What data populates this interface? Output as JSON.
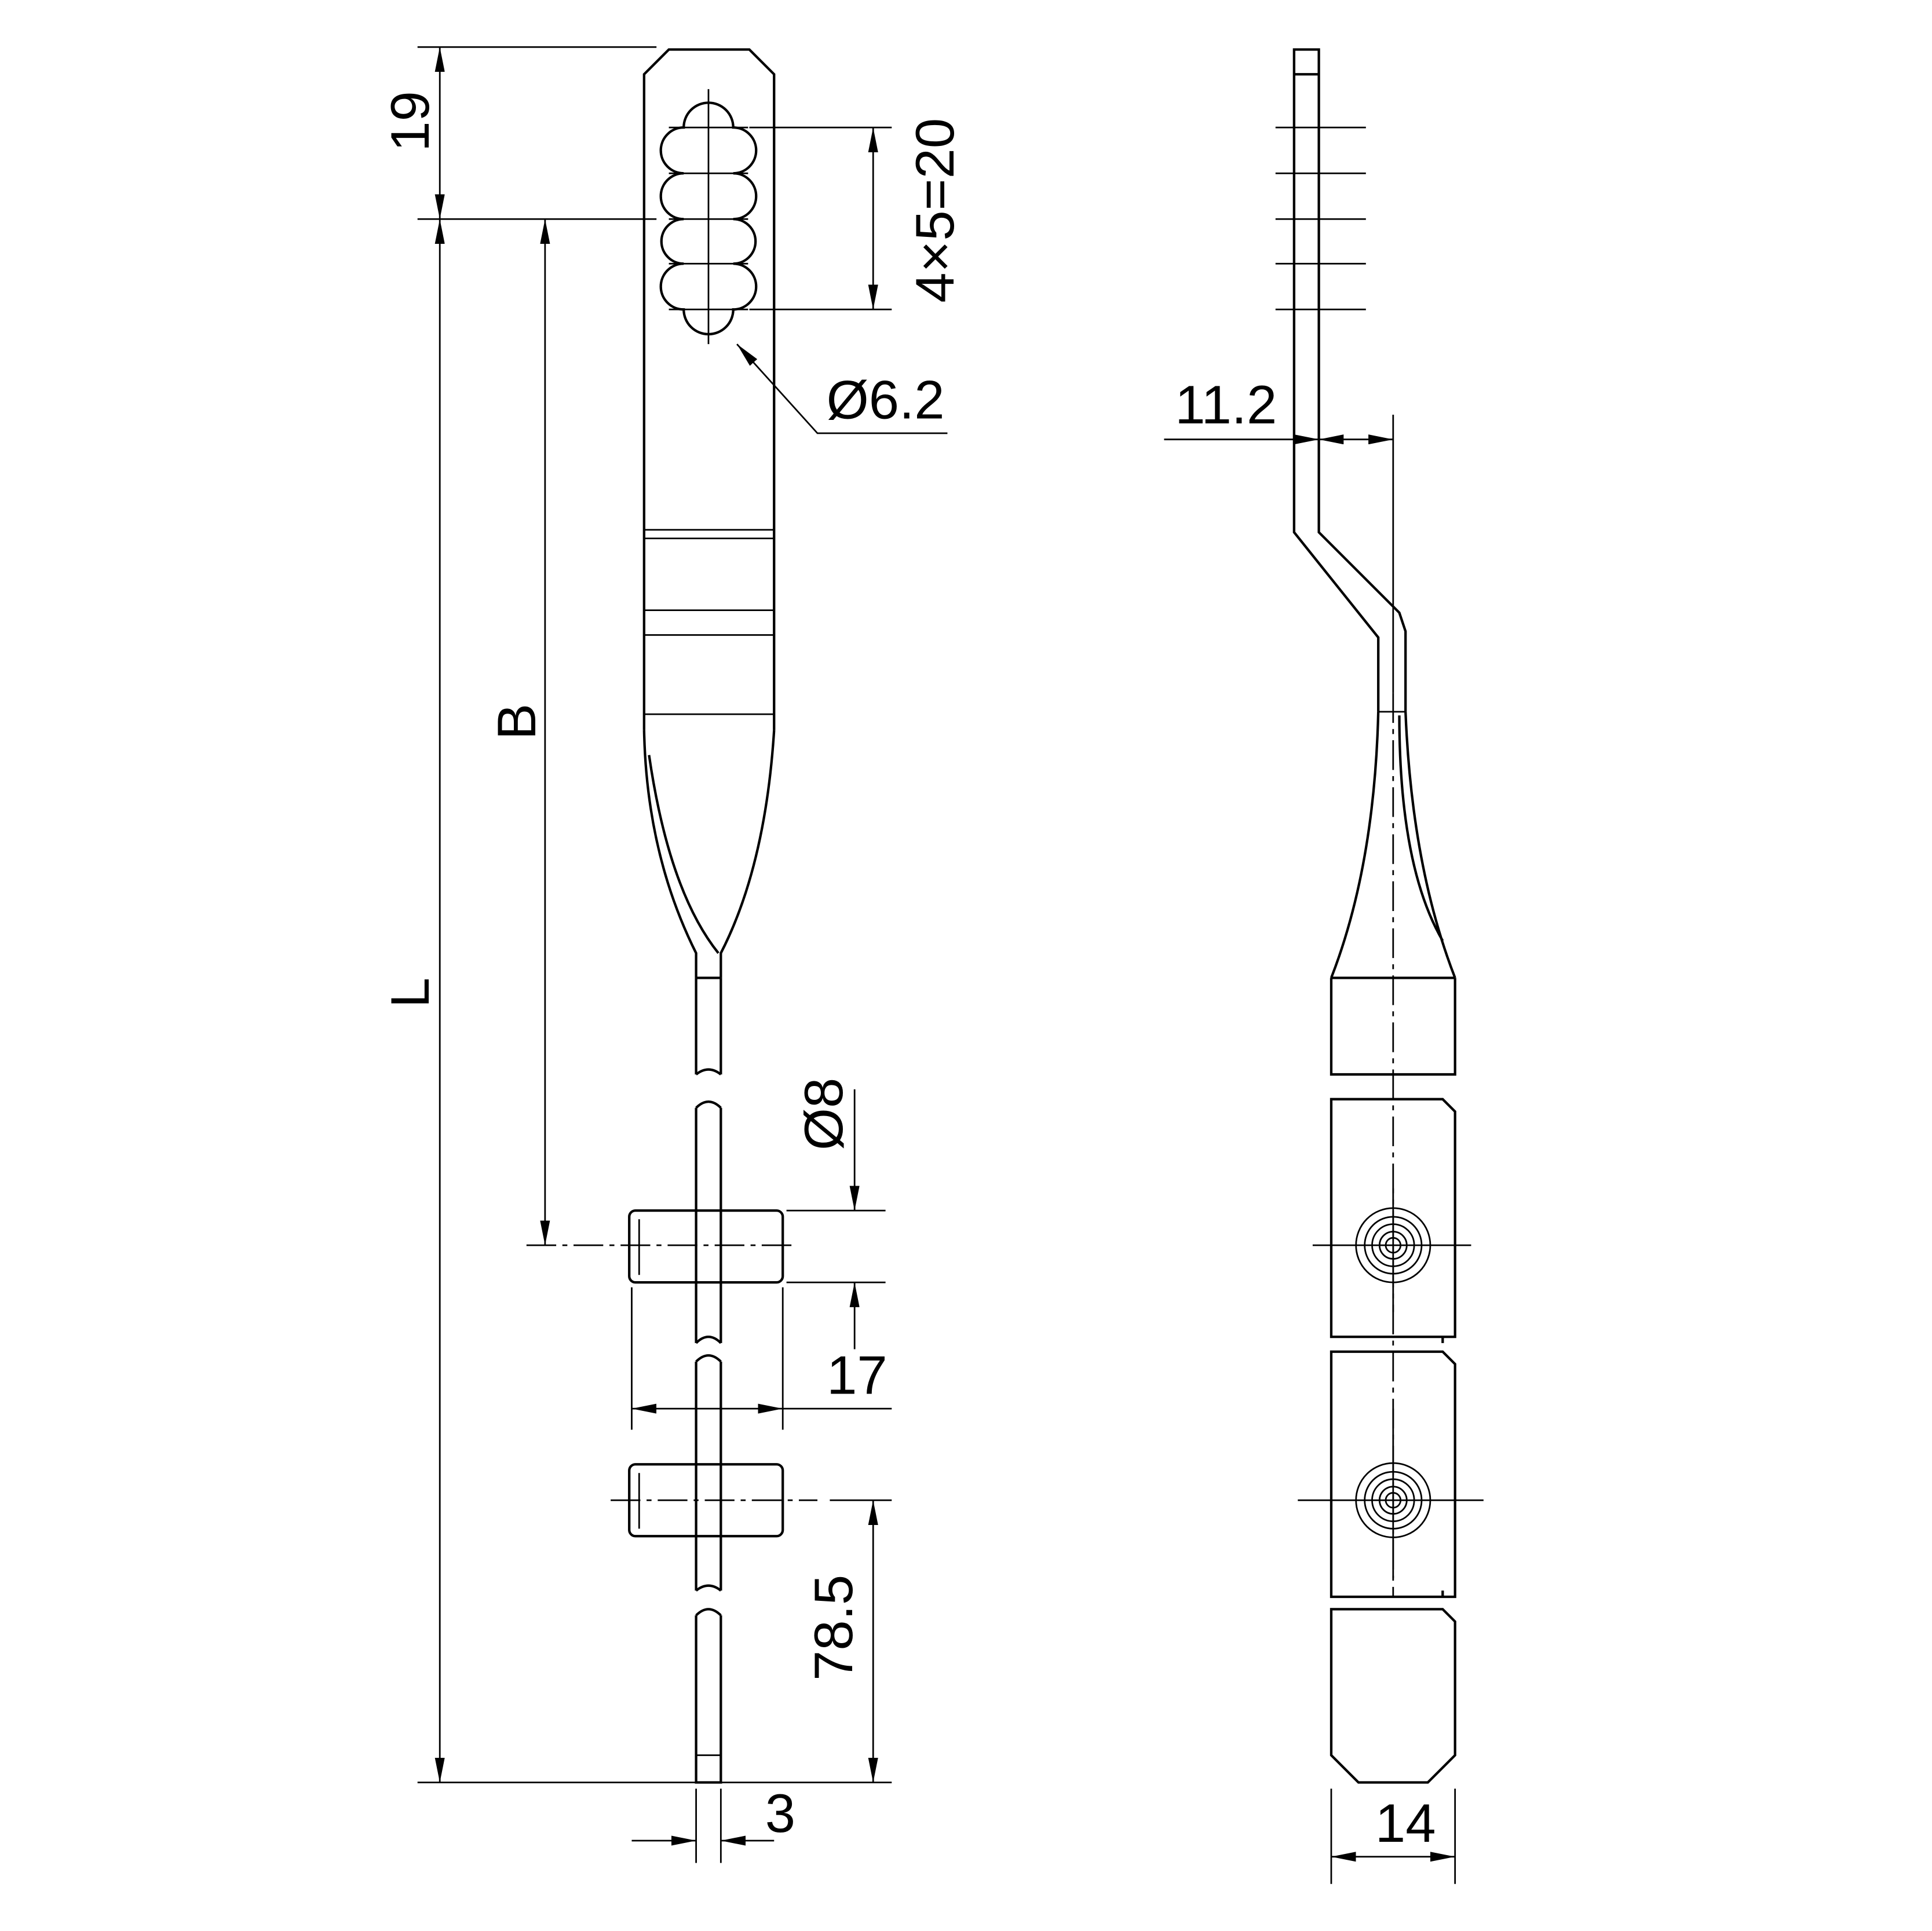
{
  "dimensions": {
    "top_length": "19",
    "overall_length": "L",
    "pin_position": "B",
    "slot_pitch": "4×5=20",
    "hole_diameter": "Ø6.2",
    "pin_diameter": "Ø8",
    "pin_length": "17",
    "end_distance": "78.5",
    "thickness": "3",
    "offset": "11.2",
    "width": "14"
  },
  "colors": {
    "line": "#000000",
    "background": "#ffffff"
  }
}
